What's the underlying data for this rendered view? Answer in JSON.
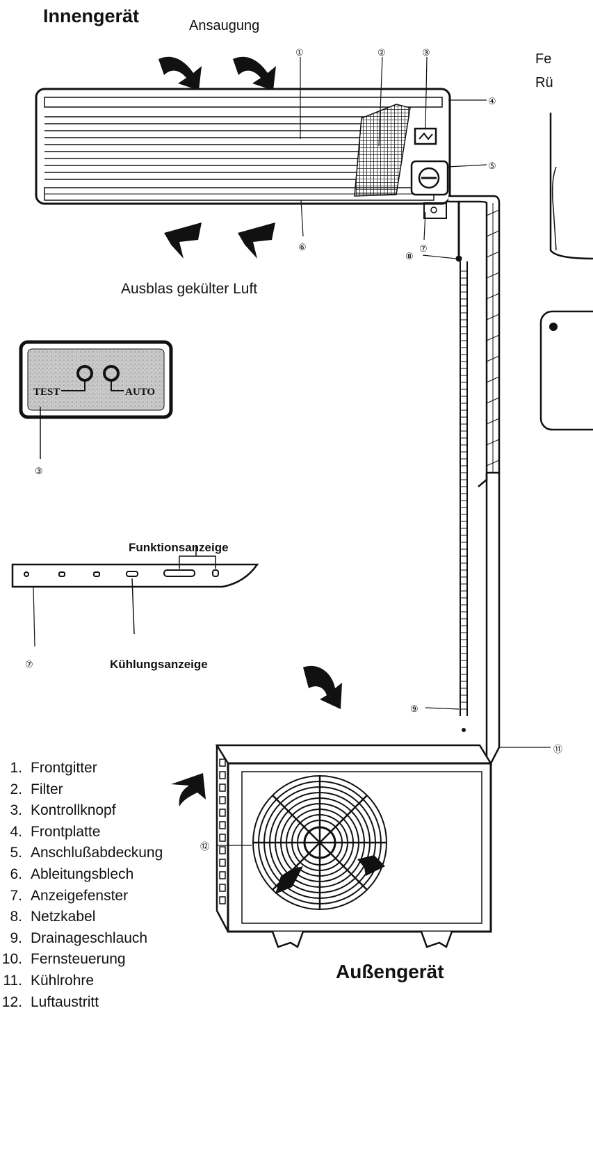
{
  "titles": {
    "indoor": "Innengerät",
    "outdoor": "Außengerät"
  },
  "labels": {
    "intake": "Ansaugung",
    "outlet": "Ausblas gekülter Luft",
    "function_indicator": "Funktionsanzeige",
    "cooling_indicator": "Kühlungsanzeige",
    "remote_partial_1": "Fe",
    "remote_partial_2": "Rü"
  },
  "control_panel": {
    "test": "TEST",
    "auto": "AUTO"
  },
  "callouts": [
    "①",
    "②",
    "③",
    "④",
    "⑤",
    "⑥",
    "⑦",
    "⑧",
    "⑨",
    "⑪",
    "⑫"
  ],
  "legend": [
    {
      "num": "1.",
      "text": "Frontgitter"
    },
    {
      "num": "2.",
      "text": "Filter"
    },
    {
      "num": "3.",
      "text": "Kontrollknopf"
    },
    {
      "num": "4.",
      "text": "Frontplatte"
    },
    {
      "num": "5.",
      "text": "Anschlußabdeckung"
    },
    {
      "num": "6.",
      "text": "Ableitungsblech"
    },
    {
      "num": "7.",
      "text": "Anzeigefenster"
    },
    {
      "num": "8.",
      "text": "Netzkabel"
    },
    {
      "num": "9.",
      "text": "Drainageschlauch"
    },
    {
      "num": "10.",
      "text": "Fernsteuerung"
    },
    {
      "num": "11.",
      "text": "Kühlrohre"
    },
    {
      "num": "12.",
      "text": "Luftaustritt"
    }
  ],
  "colors": {
    "ink": "#111111",
    "panel": "#bdbdbd"
  }
}
